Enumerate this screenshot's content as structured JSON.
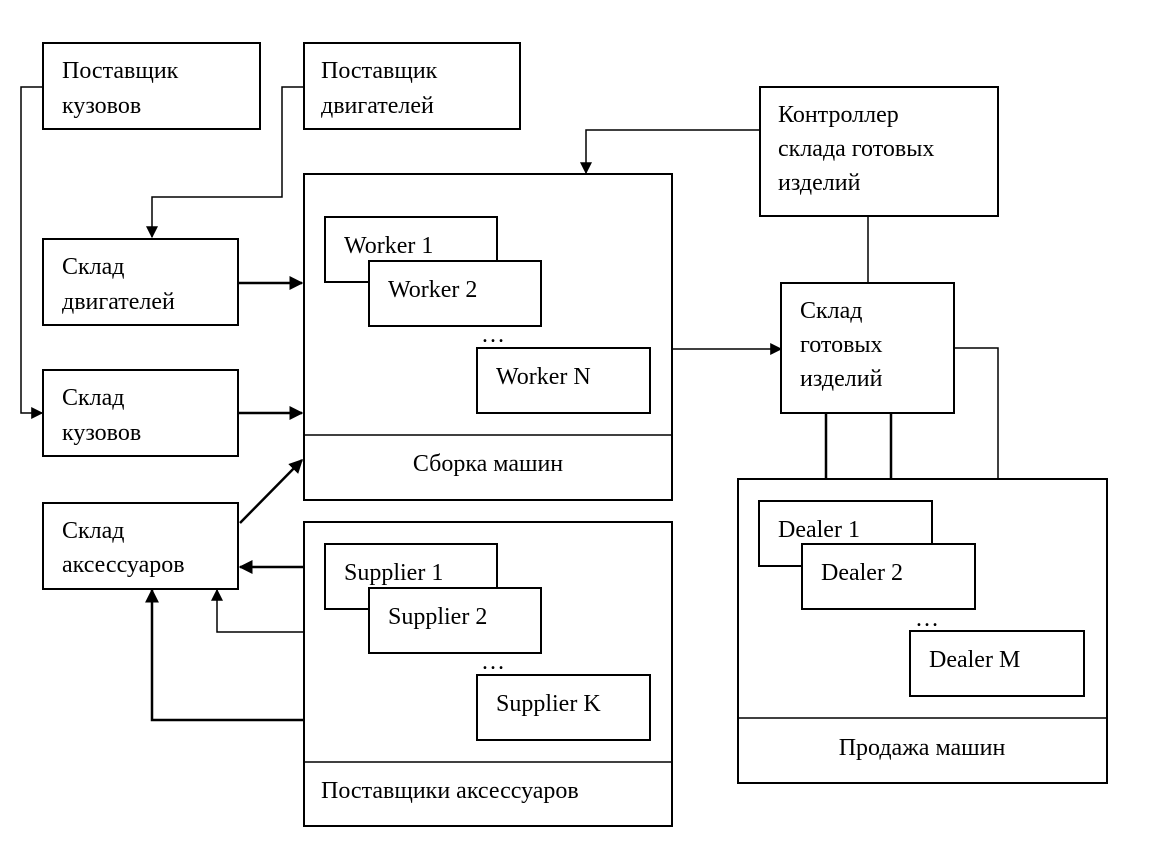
{
  "nodes": {
    "body_supplier": [
      "Поставщик",
      "кузовов"
    ],
    "engine_supplier": [
      "Поставщик",
      "двигателей"
    ],
    "fg_controller": [
      "Контроллер",
      "склада готовых",
      "изделий"
    ],
    "engine_store": [
      "Склад",
      "двигателей"
    ],
    "body_store": [
      "Склад",
      "кузовов"
    ],
    "accessory_store": [
      "Склад",
      "аксессуаров"
    ],
    "fg_store": [
      "Склад",
      "готовых",
      "изделий"
    ]
  },
  "assembly": {
    "title": "Сборка машин",
    "worker1": "Worker 1",
    "worker2": "Worker 2",
    "ellipsis": "…",
    "workerN": "Worker N"
  },
  "accessory_suppliers": {
    "title": "Поставщики аксессуаров",
    "supplier1": "Supplier 1",
    "supplier2": "Supplier 2",
    "ellipsis": "…",
    "supplierK": "Supplier K"
  },
  "sales": {
    "title": "Продажа машин",
    "dealer1": "Dealer 1",
    "dealer2": "Dealer 2",
    "ellipsis": "…",
    "dealerM": "Dealer M"
  }
}
